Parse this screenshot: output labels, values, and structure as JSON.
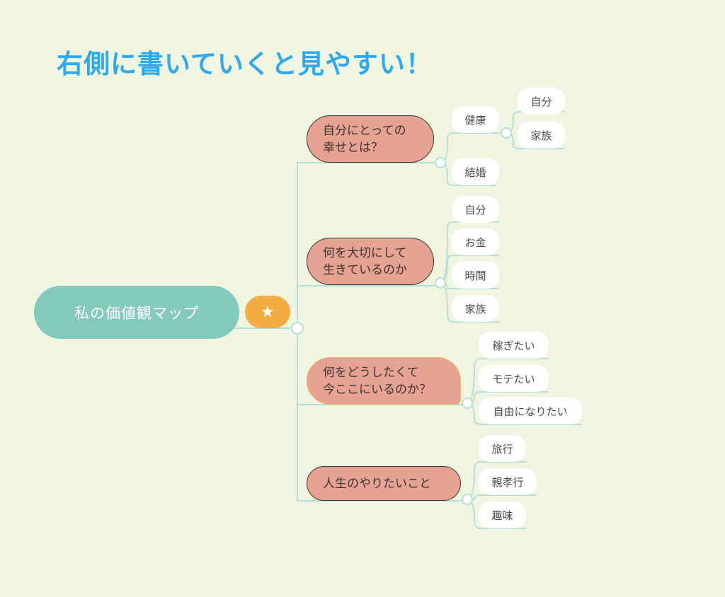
{
  "headline": "右側に書いていくと見やすい！",
  "map": {
    "root": "私の価値観マップ",
    "star": "★",
    "topics": [
      {
        "label": "自分にとっての\n幸せとは？",
        "children": [
          {
            "label": "健康",
            "children": [
              {
                "label": "自分"
              },
              {
                "label": "家族"
              }
            ]
          },
          {
            "label": "結婚"
          }
        ]
      },
      {
        "label": "何を大切にして\n生きているのか",
        "children": [
          {
            "label": "自分"
          },
          {
            "label": "お金"
          },
          {
            "label": "時間"
          },
          {
            "label": "家族"
          }
        ]
      },
      {
        "label": "何をどうしたくて\n今ここにいるのか？",
        "children": [
          {
            "label": "稼ぎたい"
          },
          {
            "label": "モテたい"
          },
          {
            "label": "自由になりたい"
          }
        ]
      },
      {
        "label": "人生のやりたいこと",
        "children": [
          {
            "label": "旅行"
          },
          {
            "label": "親孝行"
          },
          {
            "label": "趣味"
          }
        ]
      }
    ]
  },
  "colors": {
    "background": "#eff5e1",
    "headline": "#2fa9ee",
    "root": "#83c9bc",
    "star": "#f3ac43",
    "topic": "#e6a293",
    "connector": "#b5e0d6"
  }
}
